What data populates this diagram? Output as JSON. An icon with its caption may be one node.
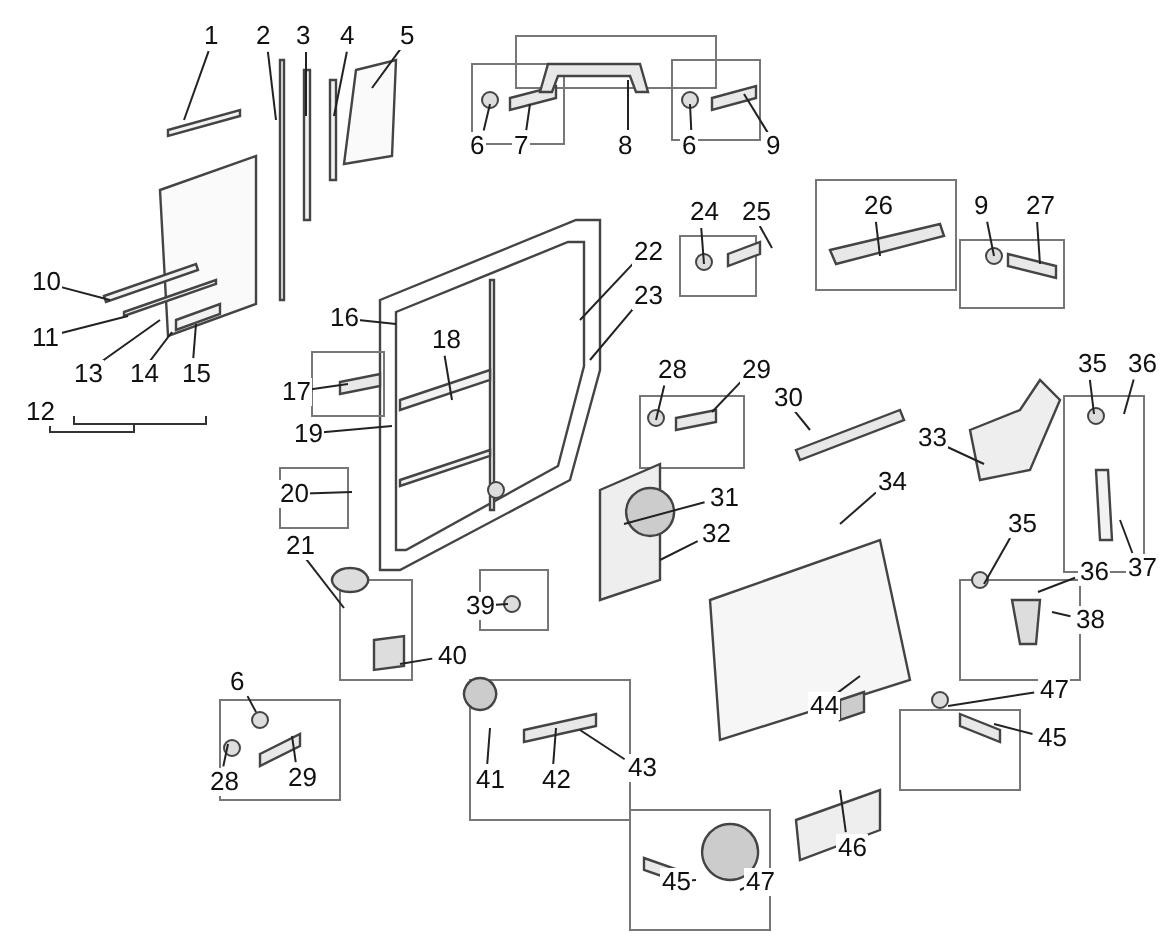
{
  "diagram": {
    "nodes": [
      {
        "text": [
          "1"
        ]
      },
      {
        "text": [
          "2"
        ]
      },
      {
        "text": [
          "3"
        ]
      },
      {
        "text": [
          "4"
        ]
      },
      {
        "text": [
          "5"
        ]
      },
      {
        "text": [
          "6"
        ]
      },
      {
        "text": [
          "7"
        ]
      },
      {
        "text": [
          "8"
        ]
      },
      {
        "text": [
          "6"
        ]
      },
      {
        "text": [
          "9"
        ]
      },
      {
        "text": [
          "26"
        ]
      },
      {
        "text": [
          "9"
        ]
      },
      {
        "text": [
          "27"
        ]
      },
      {
        "text": [
          "24"
        ]
      },
      {
        "text": [
          "25"
        ]
      },
      {
        "text": [
          "22"
        ]
      },
      {
        "text": [
          "10"
        ]
      },
      {
        "text": [
          "23"
        ]
      },
      {
        "text": [
          "16"
        ]
      },
      {
        "text": [
          "11"
        ]
      },
      {
        "text": [
          "18"
        ]
      },
      {
        "text": [
          "28"
        ]
      },
      {
        "text": [
          "29"
        ]
      },
      {
        "text": [
          "35"
        ]
      },
      {
        "text": [
          "36"
        ]
      },
      {
        "text": [
          "13"
        ]
      },
      {
        "text": [
          "14"
        ]
      },
      {
        "text": [
          "15"
        ]
      },
      {
        "text": [
          "17"
        ]
      },
      {
        "text": [
          "30"
        ]
      },
      {
        "text": [
          "19"
        ]
      },
      {
        "text": [
          "33"
        ]
      },
      {
        "text": [
          "34"
        ]
      },
      {
        "text": [
          "20"
        ]
      },
      {
        "text": [
          "31"
        ]
      },
      {
        "text": [
          "32"
        ]
      },
      {
        "text": [
          "35"
        ]
      },
      {
        "text": [
          "21"
        ]
      },
      {
        "text": [
          "36"
        ]
      },
      {
        "text": [
          "37"
        ]
      },
      {
        "text": [
          "39"
        ]
      },
      {
        "text": [
          "38"
        ]
      },
      {
        "text": [
          "40"
        ]
      },
      {
        "text": [
          "6"
        ]
      },
      {
        "text": [
          "47"
        ]
      },
      {
        "text": [
          "44"
        ]
      },
      {
        "text": [
          "45"
        ]
      },
      {
        "text": [
          "43"
        ]
      },
      {
        "text": [
          "28"
        ]
      },
      {
        "text": [
          "29"
        ]
      },
      {
        "text": [
          "41"
        ]
      },
      {
        "text": [
          "42"
        ]
      },
      {
        "text": [
          "46"
        ]
      },
      {
        "text": [
          "45"
        ]
      },
      {
        "text": [
          "47"
        ]
      },
      {
        "text": [
          "12"
        ]
      }
    ],
    "edges": [
      {
        "from": 0,
        "to": null,
        "arrow": "none"
      },
      {
        "from": 1,
        "to": null,
        "arrow": "none"
      },
      {
        "from": 2,
        "to": null,
        "arrow": "none"
      },
      {
        "from": 3,
        "to": null,
        "arrow": "none"
      },
      {
        "from": 4,
        "to": null,
        "arrow": "none"
      },
      {
        "from": 5,
        "to": null,
        "arrow": "none"
      },
      {
        "from": 6,
        "to": null,
        "arrow": "none"
      },
      {
        "from": 7,
        "to": null,
        "arrow": "none"
      },
      {
        "from": 8,
        "to": null,
        "arrow": "none"
      },
      {
        "from": 9,
        "to": null,
        "arrow": "none"
      },
      {
        "from": 10,
        "to": null,
        "arrow": "none"
      },
      {
        "from": 11,
        "to": null,
        "arrow": "none"
      },
      {
        "from": 12,
        "to": null,
        "arrow": "none"
      },
      {
        "from": 13,
        "to": null,
        "arrow": "none"
      },
      {
        "from": 14,
        "to": null,
        "arrow": "none"
      },
      {
        "from": 15,
        "to": null,
        "arrow": "none"
      },
      {
        "from": 16,
        "to": null,
        "arrow": "none"
      },
      {
        "from": 17,
        "to": null,
        "arrow": "none"
      },
      {
        "from": 18,
        "to": null,
        "arrow": "none"
      },
      {
        "from": 19,
        "to": null,
        "arrow": "none"
      },
      {
        "from": 20,
        "to": null,
        "arrow": "none"
      },
      {
        "from": 21,
        "to": null,
        "arrow": "none"
      },
      {
        "from": 22,
        "to": null,
        "arrow": "none"
      },
      {
        "from": 23,
        "to": null,
        "arrow": "none"
      },
      {
        "from": 24,
        "to": null,
        "arrow": "none"
      },
      {
        "from": 25,
        "to": null,
        "arrow": "none"
      },
      {
        "from": 26,
        "to": null,
        "arrow": "none"
      },
      {
        "from": 27,
        "to": null,
        "arrow": "none"
      },
      {
        "from": 28,
        "to": null,
        "arrow": "none"
      },
      {
        "from": 29,
        "to": null,
        "arrow": "none"
      },
      {
        "from": 30,
        "to": null,
        "arrow": "none"
      },
      {
        "from": 31,
        "to": null,
        "arrow": "none"
      },
      {
        "from": 32,
        "to": null,
        "arrow": "none"
      },
      {
        "from": 33,
        "to": null,
        "arrow": "none"
      },
      {
        "from": 34,
        "to": null,
        "arrow": "none"
      },
      {
        "from": 35,
        "to": null,
        "arrow": "none"
      },
      {
        "from": 36,
        "to": null,
        "arrow": "none"
      },
      {
        "from": 37,
        "to": null,
        "arrow": "none"
      },
      {
        "from": 38,
        "to": null,
        "arrow": "none"
      },
      {
        "from": 39,
        "to": null,
        "arrow": "none"
      },
      {
        "from": 40,
        "to": null,
        "arrow": "none"
      },
      {
        "from": 41,
        "to": null,
        "arrow": "none"
      },
      {
        "from": 42,
        "to": null,
        "arrow": "none"
      },
      {
        "from": 43,
        "to": null,
        "arrow": "none"
      },
      {
        "from": 44,
        "to": null,
        "arrow": "none"
      },
      {
        "from": 45,
        "to": null,
        "arrow": "none"
      },
      {
        "from": 46,
        "to": null,
        "arrow": "none"
      },
      {
        "from": 47,
        "to": null,
        "arrow": "none"
      },
      {
        "from": 48,
        "to": null,
        "arrow": "none"
      },
      {
        "from": 49,
        "to": null,
        "arrow": "none"
      },
      {
        "from": 50,
        "to": null,
        "arrow": "none"
      },
      {
        "from": 51,
        "to": null,
        "arrow": "none"
      },
      {
        "from": 52,
        "to": null,
        "arrow": "none"
      },
      {
        "from": 53,
        "to": null,
        "arrow": "none"
      },
      {
        "from": 54,
        "to": null,
        "arrow": "none"
      }
    ]
  }
}
